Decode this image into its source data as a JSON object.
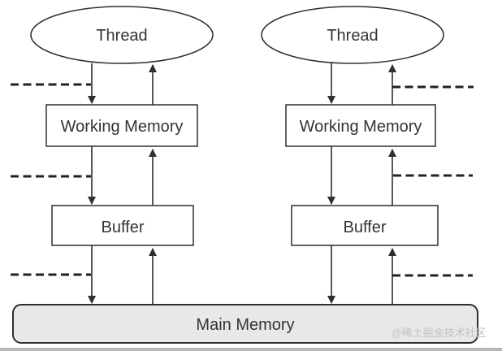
{
  "diagram": {
    "description": "Java Memory Model: two threads each with working memory and buffer above shared main memory",
    "columns": [
      {
        "thread": "Thread",
        "working_memory": "Working Memory",
        "buffer": "Buffer"
      },
      {
        "thread": "Thread",
        "working_memory": "Working Memory",
        "buffer": "Buffer"
      }
    ],
    "main_memory": "Main Memory",
    "watermark": "@稀土掘金技术社区",
    "colors": {
      "stroke": "#2f2f2f",
      "box_fill": "#ffffff",
      "main_memory_fill": "#e8e8e8",
      "text": "#333333",
      "watermark": "#c2c2c2",
      "background": "#ffffff"
    }
  }
}
